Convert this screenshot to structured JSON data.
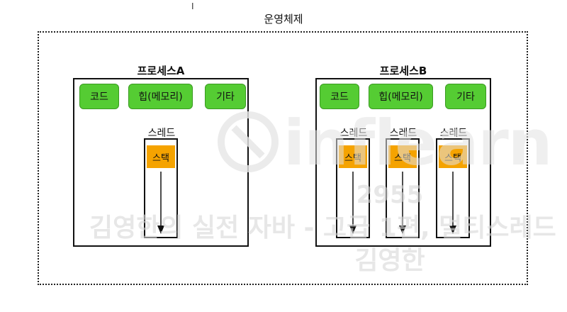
{
  "os": {
    "label": "운영체제"
  },
  "processes": [
    {
      "label": "프로세스A",
      "segments": {
        "code": "코드",
        "heap": "힙(메모리)",
        "etc": "기타"
      },
      "threads": [
        {
          "label": "스레드",
          "stack": "스택"
        }
      ]
    },
    {
      "label": "프로세스B",
      "segments": {
        "code": "코드",
        "heap": "힙(메모리)",
        "etc": "기타"
      },
      "threads": [
        {
          "label": "스레드",
          "stack": "스택"
        },
        {
          "label": "스레드",
          "stack": "스택"
        },
        {
          "label": "스레드",
          "stack": "스택"
        }
      ]
    }
  ],
  "watermark": {
    "brand": "inflearn",
    "number": "2955",
    "course": "김영한의 실전 자바 - 고급 1편, 멀티스레드",
    "author": "김영한"
  },
  "colors": {
    "segment": "#55cc33",
    "stack": "#f5a300"
  }
}
